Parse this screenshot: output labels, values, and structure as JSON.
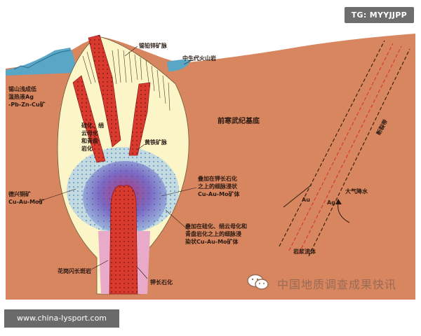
{
  "watermark_tag": "TG: MYYJJPP",
  "source_url": "www.china-lysport.com",
  "footer_watermark": "中国地质调查成果快讯",
  "labels": {
    "lead_zinc_veins": "锡铅锌矿脉",
    "mesozoic_volcanic": "中生代火山岩",
    "epithermal": "锡山浅成低\n温热液Ag\n-Pb-Zn-Cu矿",
    "phyllic_alteration": "硅化、绢\n云母化\n和青盘\n岩化",
    "basement": "前寒武纪基底",
    "pyrite_veins": "黄铁矿脉",
    "ore_body_1": "叠加在钾长石化\n之上的细脉浸状\nCu-Au-Mo矿体",
    "skarn": "德兴铜矿\nCu-Au-Mo矿",
    "ore_body_2": "叠加在硅化、绢云母化和\n青盘岩化之上的细脉浸\n染状Cu-Au-Mo矿体",
    "granodiorite": "花岗闪长斑岩",
    "potassic": "钾长石化",
    "fault_zone": "断裂带",
    "meteoric_water": "大气降水",
    "fluid_flow": "岩浆流体",
    "element_au": "Au",
    "element_ag": "Ag"
  },
  "colors": {
    "sky": "#ffffff",
    "basement": "#d8865f",
    "volcanic": "#5aa6c6",
    "alteration_halo": "#fbf5c8",
    "potassic_core": "#8a72c2",
    "porphyry_intrusion": "#d93a2e",
    "lower_stock": "#e8aac8"
  }
}
